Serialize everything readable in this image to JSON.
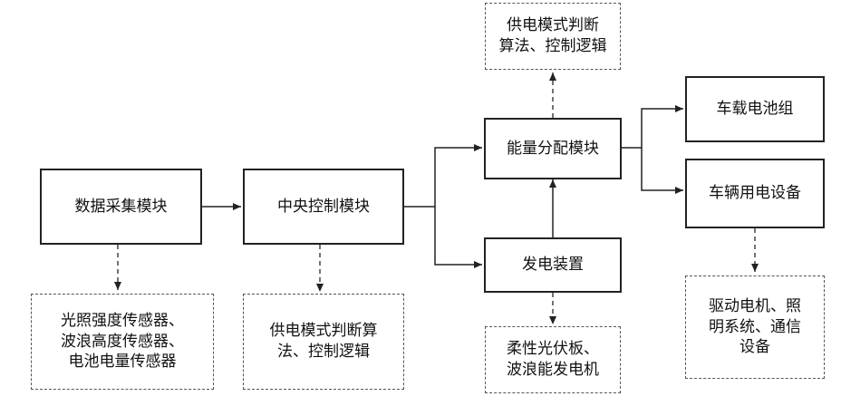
{
  "nodes": {
    "data_collection": "数据采集模块",
    "central_control": "中央控制模块",
    "energy_distribution": "能量分配模块",
    "power_generation": "发电装置",
    "battery_pack": "车载电池组",
    "vehicle_equipment": "车辆用电设备"
  },
  "notes": {
    "sensors": "光照强度传感器、\n波浪高度传感器、\n电池电量传感器",
    "central_algorithm": "供电模式判断算\n法、控制逻辑",
    "energy_algorithm": "供电模式判断\n算法、控制逻辑",
    "generators": "柔性光伏板、\n波浪能发电机",
    "loads": "驱动电机、照\n明系统、通信\n设备"
  }
}
